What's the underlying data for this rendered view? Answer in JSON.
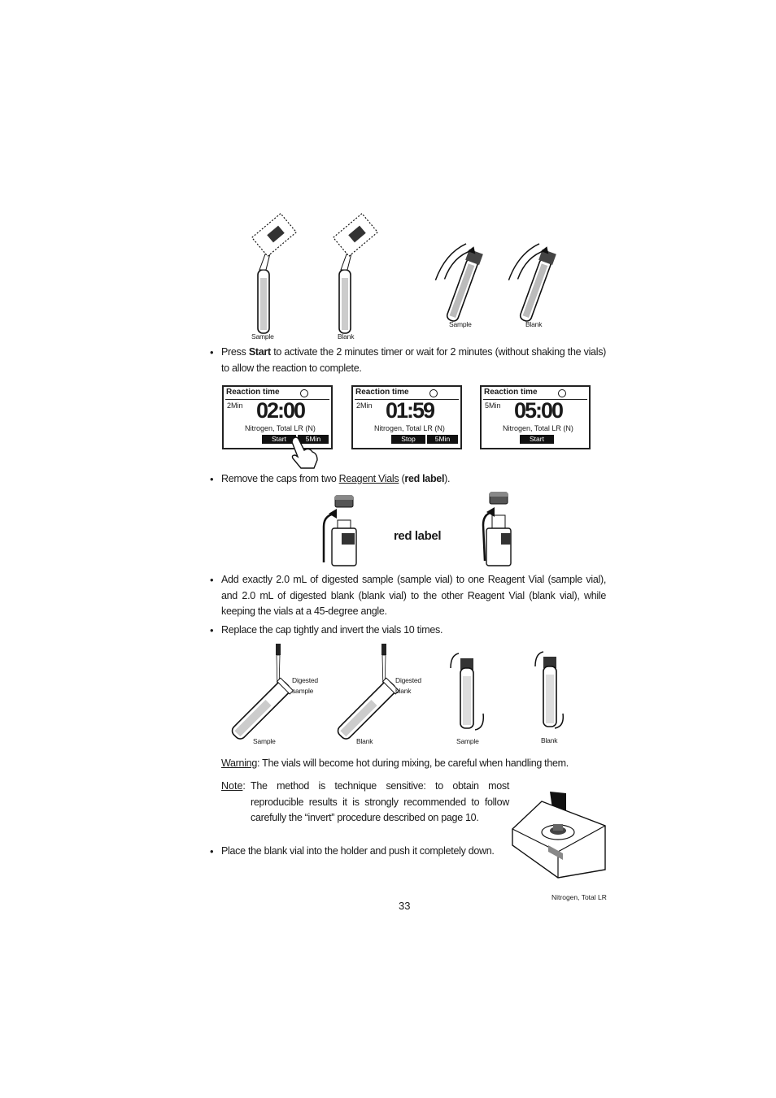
{
  "top_illustration": {
    "labels": [
      "Sample",
      "Blank",
      "Sample",
      "Blank"
    ]
  },
  "step_start": {
    "bullet": "•",
    "pre": "Press ",
    "bold": "Start",
    "post": " to activate the 2 minutes timer or wait for 2 minutes (without shaking the vials) to allow the reaction to complete."
  },
  "screens": [
    {
      "title": "Reaction time",
      "mode": "2Min",
      "time": "02:00",
      "param": "Nitrogen, Total LR (N)",
      "keys": [
        "Start",
        "5Min"
      ]
    },
    {
      "title": "Reaction time",
      "mode": "2Min",
      "time": "01:59",
      "param": "Nitrogen, Total LR (N)",
      "keys": [
        "Stop",
        "5Min"
      ]
    },
    {
      "title": "Reaction time",
      "mode": "5Min",
      "time": "05:00",
      "param": "Nitrogen, Total LR (N)",
      "keys": [
        "Start"
      ]
    }
  ],
  "step_caps": {
    "pre": "Remove the caps from two ",
    "link": "Reagent Vials",
    "mid": " (",
    "bold": "red label",
    "post": ")."
  },
  "red_label_text": "red label",
  "step_add": {
    "text": "Add exactly 2.0 mL of digested sample (sample vial) to one Reagent Vial (sample vial), and 2.0 mL of digested blank (blank vial) to the other Reagent Vial (blank vial), while keeping the vials at a 45-degree angle."
  },
  "step_invert": {
    "text": "Replace the cap tightly and invert the vials 10 times."
  },
  "mid_illustration": {
    "pipette_labels": [
      "Digested sample",
      "Digested blank"
    ],
    "labels": [
      "Sample",
      "Blank",
      "Sample",
      "Blank"
    ]
  },
  "warning": {
    "label": "Warning",
    "text": ": The vials will become hot during mixing, be careful when handling them."
  },
  "note": {
    "label": "Note",
    "colon": ":",
    "text": "The method is technique sensitive: to obtain most reproducible results it is strongly recommended to follow carefully the “invert” procedure described on page 10."
  },
  "step_place": {
    "text": "Place the blank vial into the holder and push it completely down."
  },
  "footer": {
    "page_number": "33",
    "section": "Nitrogen, Total LR"
  }
}
